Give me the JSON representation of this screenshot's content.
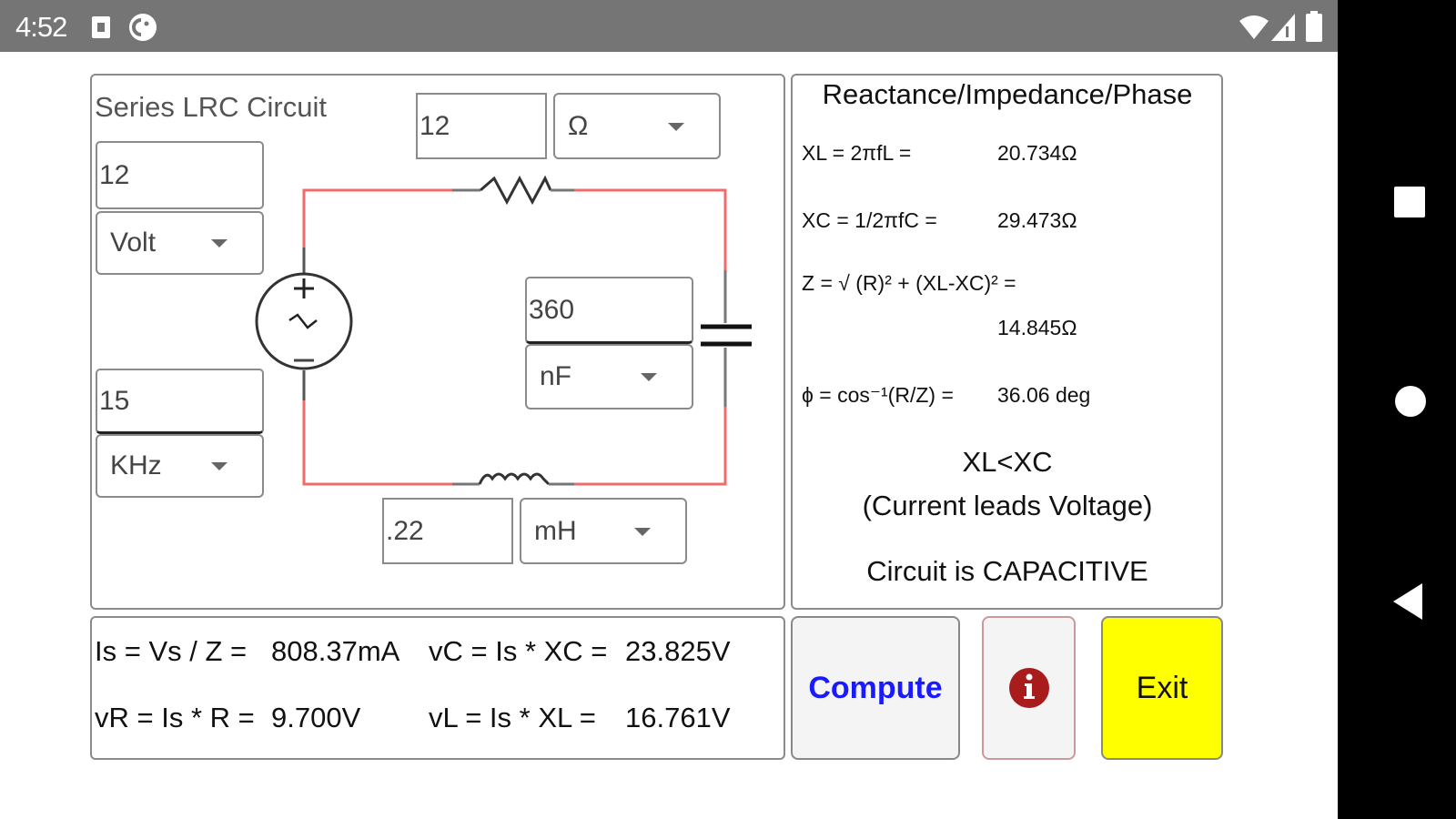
{
  "status_bar": {
    "time": "4:52",
    "icons": [
      "sim-card-icon",
      "pocket-casts-icon",
      "wifi-icon",
      "signal-icon",
      "battery-icon"
    ]
  },
  "nav_bar": {
    "buttons": [
      "recents-square-icon",
      "home-circle-icon",
      "back-triangle-icon"
    ]
  },
  "circuit": {
    "title": "Series LRC Circuit",
    "voltage": {
      "value": "12",
      "unit": "Volt"
    },
    "frequency": {
      "value": "15",
      "unit": "KHz"
    },
    "resistance": {
      "value": "12",
      "unit": "Ω"
    },
    "capacitance": {
      "value": "360",
      "unit": "nF"
    },
    "inductance": {
      "value": ".22",
      "unit": "mH"
    },
    "wire_color": "#f26b6b",
    "component_color": "#777777"
  },
  "reactance": {
    "heading": "Reactance/Impedance/Phase",
    "xl_label": "XL = 2πfL =",
    "xl_value": "20.734Ω",
    "xc_label": "XC = 1/2πfC =",
    "xc_value": "29.473Ω",
    "z_label": "Z =  √ (R)² + (XL-XC)² =",
    "z_value": "14.845Ω",
    "phi_label": "ϕ = cos⁻¹(R/Z) =",
    "phi_value": "36.06 deg",
    "comparison": "XL<XC",
    "lead_text": "(Current leads Voltage)",
    "verdict": "Circuit is CAPACITIVE"
  },
  "results": {
    "is_label": "Is   = Vs / Z =",
    "is_value": "808.37mA",
    "vc_label": "vC  = Is * XC =",
    "vc_value": "23.825V",
    "vr_label": "vR  = Is * R =",
    "vr_value": "9.700V",
    "vl_label": "vL  = Is * XL =",
    "vl_value": "16.761V"
  },
  "buttons": {
    "compute": "Compute",
    "info_icon": "info-icon",
    "exit": "Exit",
    "compute_color": "#1a1aff",
    "info_color": "#b01c1c",
    "exit_bg": "#ffff00"
  }
}
